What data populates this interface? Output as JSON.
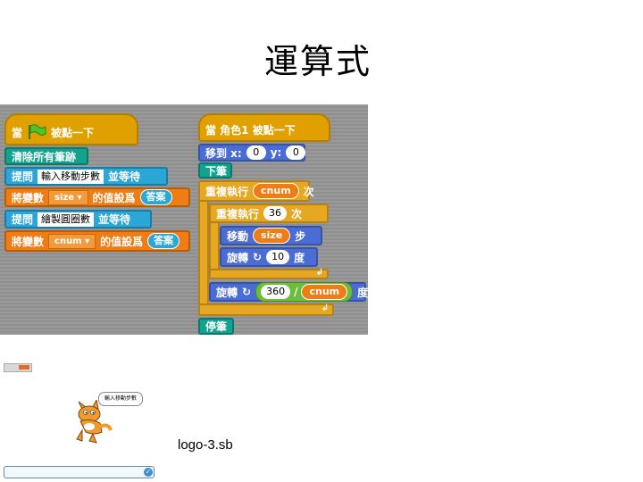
{
  "title": "運算式",
  "script_left": {
    "hat_prefix": "當",
    "hat_suffix": "被點一下",
    "clear": "清除所有筆跡",
    "ask1_prefix": "提問",
    "ask1_value": "輸入移動步數",
    "ask1_suffix": "並等待",
    "set1_prefix": "將變數",
    "set1_var": "size",
    "set1_mid": "的值設爲",
    "set1_answer": "答案",
    "ask2_prefix": "提問",
    "ask2_value": "繪製圓圈數",
    "ask2_suffix": "並等待",
    "set2_prefix": "將變數",
    "set2_var": "cnum",
    "set2_mid": "的值設爲",
    "set2_answer": "答案"
  },
  "script_right": {
    "hat": "當 角色1 被點一下",
    "goto_prefix": "移到 x:",
    "goto_x": "0",
    "goto_y_label": "y:",
    "goto_y": "0",
    "pendown": "下筆",
    "repeat1_prefix": "重複執行",
    "repeat1_var": "cnum",
    "repeat1_suffix": "次",
    "repeat2_prefix": "重複執行",
    "repeat2_value": "36",
    "repeat2_suffix": "次",
    "move_prefix": "移動",
    "move_var": "size",
    "move_suffix": "步",
    "turn1_prefix": "旋轉",
    "turn1_value": "10",
    "turn1_suffix": "度",
    "turn2_prefix": "旋轉",
    "turn2_value": "360",
    "turn2_op": "/",
    "turn2_var": "cnum",
    "turn2_suffix": "度",
    "penup": "停筆"
  },
  "stage": {
    "bubble_text": "輸入移動步數"
  },
  "caption": "logo-3.sb"
}
